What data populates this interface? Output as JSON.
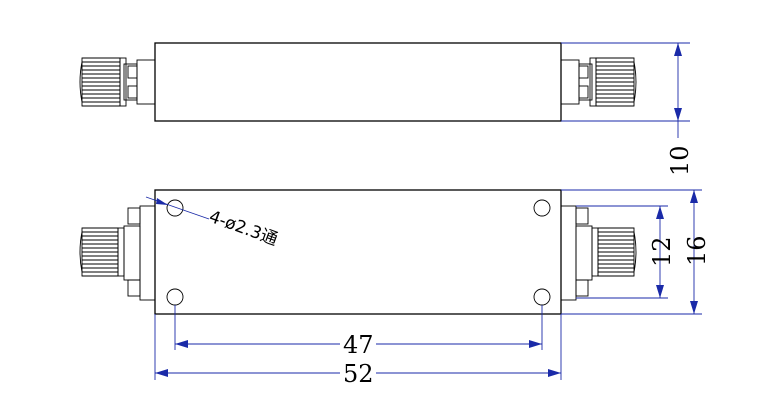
{
  "drawing": {
    "dim_height_top_view": "10",
    "dim_width": "16",
    "dim_hole_spacing_vertical": "12",
    "dim_hole_spacing_horizontal": "47",
    "dim_length": "52",
    "hole_note": "4-ø2.3通"
  },
  "colors": {
    "outline": "#000000",
    "dimension_lines": "#1a2aa8",
    "background": "#ffffff"
  }
}
